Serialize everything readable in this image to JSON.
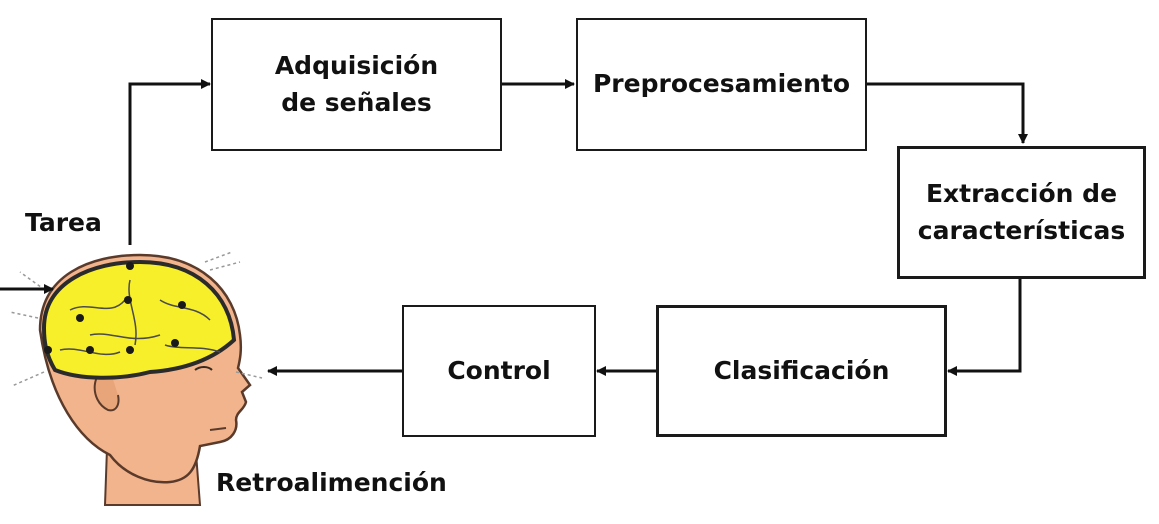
{
  "diagram": {
    "stages": {
      "acquisition": "Adquisición\nde señales",
      "preprocessing": "Preprocesamiento",
      "extraction": "Extracción de\ncaracterísticas",
      "classification": "Clasificación",
      "control": "Control"
    },
    "labels": {
      "task": "Tarea",
      "feedback": "Retroalimención"
    },
    "illustration": {
      "name": "eeg-head",
      "colors": {
        "skin": "#f2b48c",
        "brain": "#f7ef2a",
        "hair_outline": "#2b2b2b",
        "electrode": "#1a1a1a"
      }
    },
    "colors": {
      "line": "#111111",
      "box_border": "#1a1a1a",
      "background": "#ffffff"
    }
  }
}
